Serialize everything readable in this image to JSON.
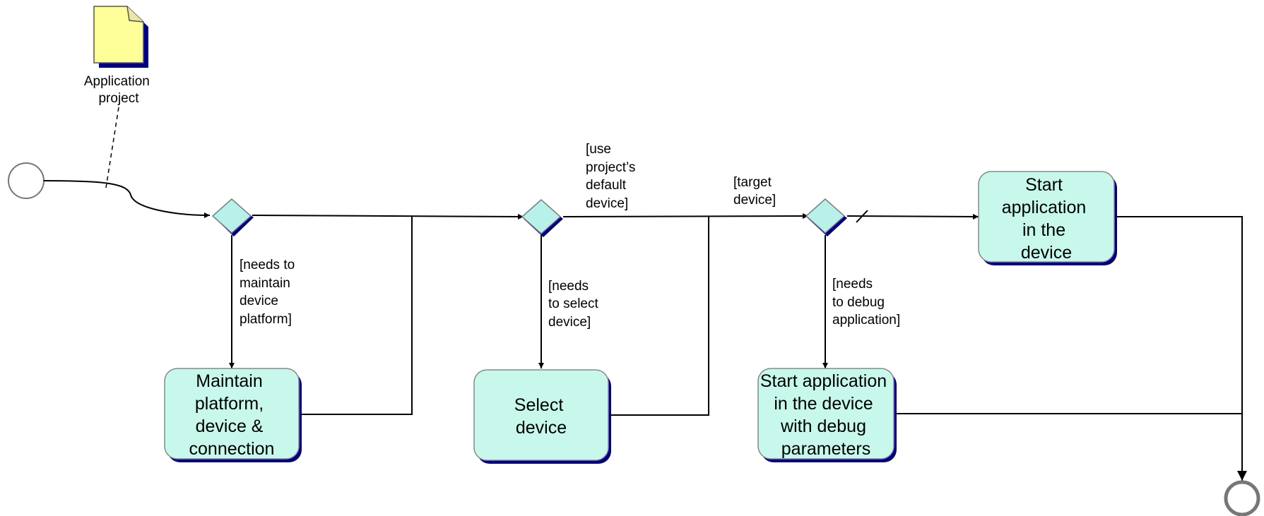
{
  "colors": {
    "activity_fill": "#c8f8ec",
    "activity_shadow": "#00007f",
    "document_fill": "#ffff99",
    "document_shadow": "#00007f",
    "gateway_fill": "#b8f0ea",
    "gateway_shadow": "#00007f",
    "start_stroke": "#777777",
    "end_stroke": "#777777",
    "line": "#000000"
  },
  "artifact": {
    "icon": "document-icon",
    "label_lines": [
      "Application",
      "project"
    ]
  },
  "activities": [
    {
      "id": "maintain",
      "lines": [
        "Maintain",
        "platform,",
        "device &",
        "connection"
      ]
    },
    {
      "id": "select",
      "lines": [
        "Select",
        "device"
      ]
    },
    {
      "id": "debug",
      "lines": [
        "Start application",
        "in the device",
        "with debug",
        "parameters"
      ]
    },
    {
      "id": "start",
      "lines": [
        "Start",
        "application",
        "in the",
        "device"
      ]
    }
  ],
  "guards": {
    "g1_down": [
      "[needs to",
      "maintain",
      "device",
      "platform]"
    ],
    "g2_right": [
      "[use",
      "project’s",
      "default",
      "device]"
    ],
    "g2_down": [
      "[needs",
      "to select",
      "device]"
    ],
    "g3_right": [
      "[target",
      "device]"
    ],
    "g3_down": [
      "[needs",
      "to debug",
      "application]"
    ]
  }
}
